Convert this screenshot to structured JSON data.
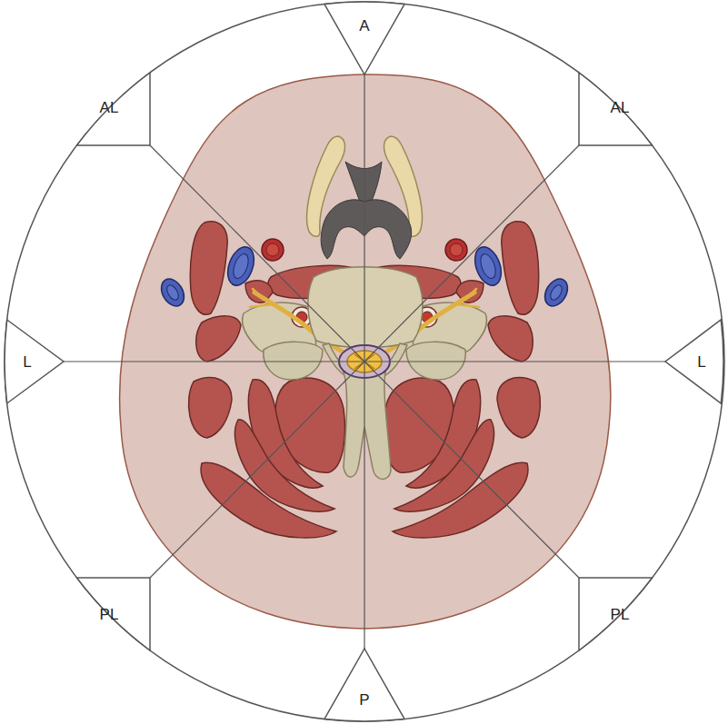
{
  "diagram": {
    "nodes": [
      {
        "text": [
          "A"
        ]
      },
      {
        "text": [
          "AL"
        ]
      },
      {
        "text": [
          "AL"
        ]
      },
      {
        "text": [
          "L"
        ]
      },
      {
        "text": [
          "L"
        ]
      },
      {
        "text": [
          "PL"
        ]
      },
      {
        "text": [
          "PL"
        ]
      },
      {
        "text": [
          "P"
        ]
      }
    ]
  }
}
